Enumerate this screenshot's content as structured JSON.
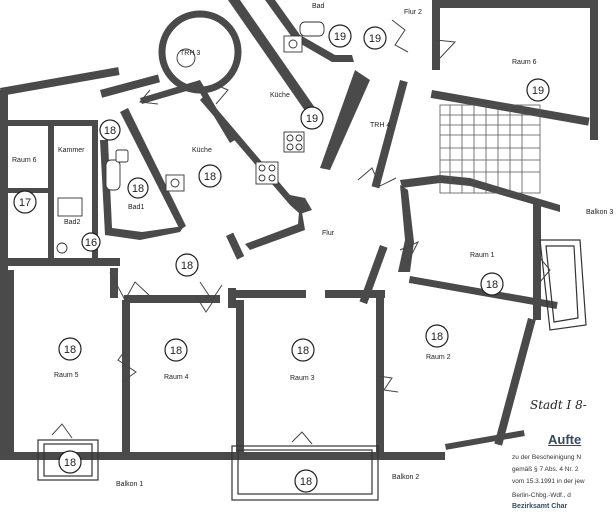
{
  "rooms": {
    "raum6_left": "Raum 6",
    "kammer": "Kammer",
    "bad2": "Bad2",
    "bad1": "Bad1",
    "kueche_left": "Küche",
    "trh3": "TRH 3",
    "kueche_top": "Küche",
    "bad_top": "Bad",
    "flur2": "Flur 2",
    "trh4": "TRH 4",
    "raum6_right": "Raum 6",
    "flur": "Flur",
    "raum1": "Raum 1",
    "raum2": "Raum 2",
    "raum3": "Raum 3",
    "raum4": "Raum 4",
    "raum5": "Raum 5",
    "balkon1": "Balkon 1",
    "balkon2": "Balkon 2",
    "balkon3": "Balkon 3"
  },
  "markers": {
    "m_raum6_left": "17",
    "m_kammer": "18",
    "m_bad2": "16",
    "m_bad1": "18",
    "m_kueche_left": "18",
    "m_kueche_top": "19",
    "m_bad_top_a": "19",
    "m_bad_top_b": "19",
    "m_raum6_right": "19",
    "m_flur": "18",
    "m_raum1": "18",
    "m_raum2": "18",
    "m_raum3": "18",
    "m_raum4": "18",
    "m_raum5": "18",
    "m_balkon1": "18",
    "m_balkon2": "18"
  },
  "notes": {
    "handwriting": "Stadt I 8-",
    "stamp_title": "Aufte",
    "line1": "zu der Bescheinigung N",
    "line2": "gemäß § 7 Abs. 4 Nr. 2",
    "line3": "vom 15.3.1991 in der jew",
    "line4": "Berlin-Chbg.-Wdf., d",
    "line5": "Bezirksamt Char"
  }
}
